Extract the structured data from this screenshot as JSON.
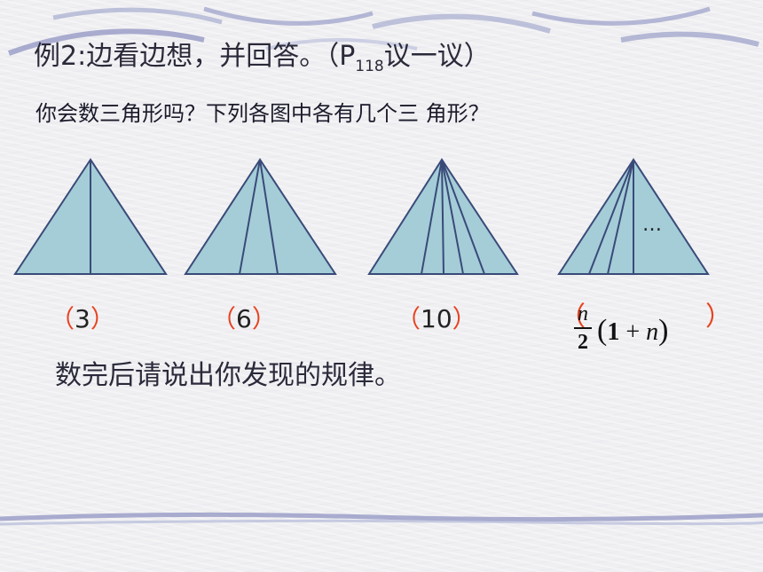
{
  "title": {
    "prefix": "例2:边看边想，并回答。（P",
    "sub": "118",
    "suffix": "议一议）"
  },
  "question": "你会数三角形吗？下列各图中各有几个三 角形？",
  "dots": "…",
  "answers": [
    {
      "left": "（",
      "value": "3",
      "right": "）"
    },
    {
      "left": "（",
      "value": "6",
      "right": "）"
    },
    {
      "left": "（",
      "value": "10",
      "right": "）"
    }
  ],
  "formula": {
    "lparen": "（",
    "num": "n",
    "den": "2",
    "open": "(",
    "one": "1",
    "plus": " + ",
    "n": "n",
    "close": ")",
    "rparen": "）"
  },
  "sentence": "数完后请说出你发现的规律。",
  "colors": {
    "triangle_fill": "#a4cdd8",
    "triangle_stroke": "#3a4a78",
    "paren": "#e8431f",
    "deco": "#8a8fbf"
  }
}
